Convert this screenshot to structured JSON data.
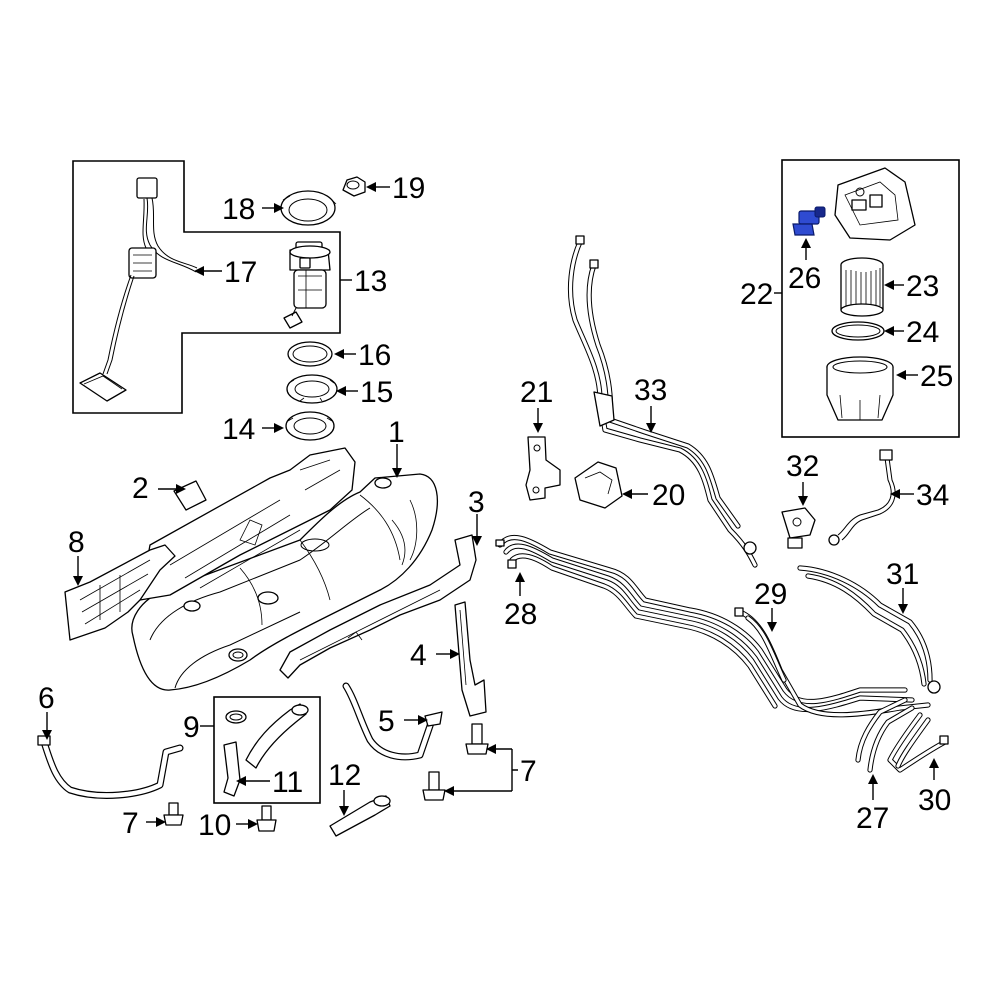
{
  "diagram": {
    "highlight_color": "#2f4bd1",
    "line_color": "#000000",
    "background": "#ffffff",
    "callouts": {
      "c1": "1",
      "c2": "2",
      "c3": "3",
      "c4": "4",
      "c5": "5",
      "c6": "6",
      "c7a": "7",
      "c7b": "7",
      "c8": "8",
      "c9": "9",
      "c10": "10",
      "c11": "11",
      "c12": "12",
      "c13": "13",
      "c14": "14",
      "c15": "15",
      "c16": "16",
      "c17": "17",
      "c18": "18",
      "c19": "19",
      "c20": "20",
      "c21": "21",
      "c22": "22",
      "c23": "23",
      "c24": "24",
      "c25": "25",
      "c26": "26",
      "c27": "27",
      "c28": "28",
      "c29": "29",
      "c30": "30",
      "c31": "31",
      "c32": "32",
      "c33": "33",
      "c34": "34"
    },
    "highlighted_part": "26"
  }
}
